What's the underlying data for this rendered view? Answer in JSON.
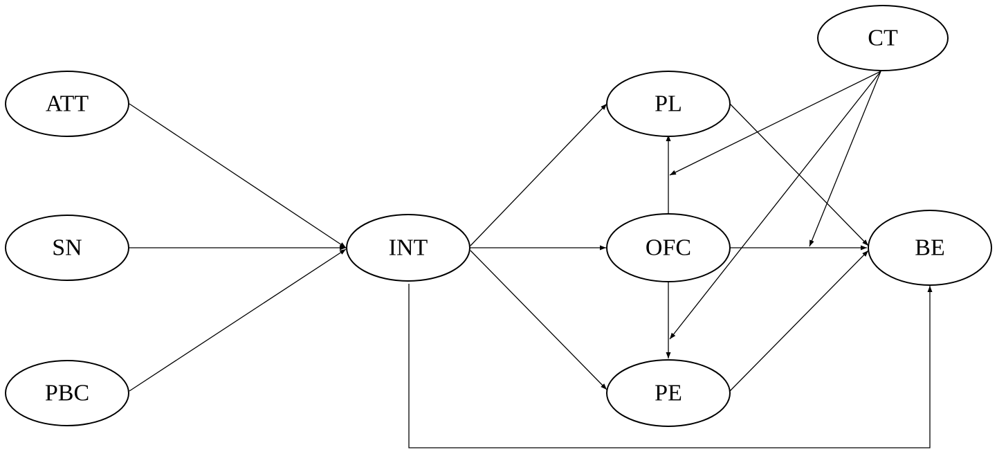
{
  "nodes": [
    {
      "id": "ATT",
      "label": "ATT"
    },
    {
      "id": "SN",
      "label": "SN"
    },
    {
      "id": "PBC",
      "label": "PBC"
    },
    {
      "id": "INT",
      "label": "INT"
    },
    {
      "id": "PL",
      "label": "PL"
    },
    {
      "id": "OFC",
      "label": "OFC"
    },
    {
      "id": "PE",
      "label": "PE"
    },
    {
      "id": "CT",
      "label": "CT"
    },
    {
      "id": "BE",
      "label": "BE"
    }
  ],
  "edges": [
    {
      "from": "ATT",
      "to": "INT",
      "kind": "path"
    },
    {
      "from": "SN",
      "to": "INT",
      "kind": "path"
    },
    {
      "from": "PBC",
      "to": "INT",
      "kind": "path"
    },
    {
      "from": "INT",
      "to": "PL",
      "kind": "path"
    },
    {
      "from": "INT",
      "to": "OFC",
      "kind": "path"
    },
    {
      "from": "INT",
      "to": "PE",
      "kind": "path"
    },
    {
      "from": "INT",
      "to": "BE",
      "kind": "path"
    },
    {
      "from": "OFC",
      "to": "PL",
      "kind": "path"
    },
    {
      "from": "OFC",
      "to": "PE",
      "kind": "path"
    },
    {
      "from": "OFC",
      "to": "BE",
      "kind": "path"
    },
    {
      "from": "PL",
      "to": "BE",
      "kind": "path"
    },
    {
      "from": "PE",
      "to": "BE",
      "kind": "path"
    },
    {
      "from": "CT",
      "to": "OFC-PL",
      "kind": "moderation"
    },
    {
      "from": "CT",
      "to": "OFC-PE",
      "kind": "moderation"
    },
    {
      "from": "CT",
      "to": "OFC-BE",
      "kind": "moderation"
    }
  ]
}
